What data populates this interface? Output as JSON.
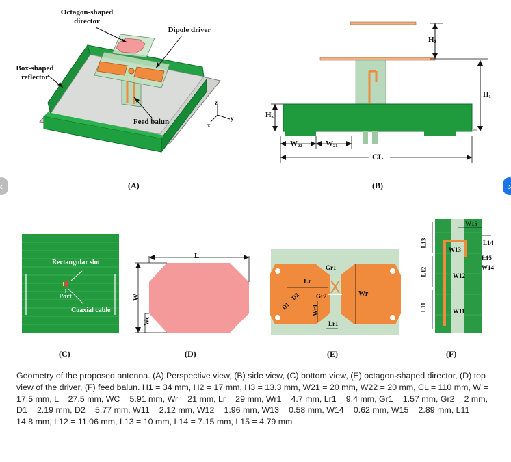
{
  "panel_a": {
    "label": "(A)",
    "director_label": "Octagon-shaped\ndirector",
    "driver_label": "Dipole driver",
    "reflector_label": "Box-shaped\nreflector",
    "balun_label": "Feed balun",
    "axis_z": "z",
    "axis_x": "x",
    "axis_y": "y"
  },
  "panel_b": {
    "label": "(B)",
    "h1": "H₁",
    "h2": "H₂",
    "h3": "H₃",
    "w22": "W₂₂",
    "w21": "W₂₁",
    "cl": "CL"
  },
  "panel_c": {
    "label": "(C)",
    "slot_label": "Rectangular slot",
    "port_label": "Port",
    "cable_label": "Coaxial cable"
  },
  "panel_d": {
    "label": "(D)",
    "l": "L",
    "w": "W",
    "wc": "Wc"
  },
  "panel_e": {
    "label": "(E)",
    "gr1": "Gr1",
    "gr2": "Gr2",
    "lr": "Lr",
    "wr": "Wr",
    "lr1": "Lr1",
    "wr1": "Wr1",
    "d1": "D1",
    "d2": "D2"
  },
  "panel_f": {
    "label": "(F)",
    "w15": "W15",
    "l14": "L14",
    "w13": "W13",
    "l15": "L15",
    "w14": "W14",
    "l13": "L13",
    "l12": "L12",
    "w12": "W12",
    "l11": "L11",
    "w11": "W11"
  },
  "caption": "Geometry of the proposed antenna. (A) Perspective view, (B) side view, (C) bottom view, (E) octagon-shaped director, (D) top view of the driver, (F) feed balun. H1 = 34 mm, H2 = 17 mm, H3 = 13.3 mm, W21 = 20 mm, W22 = 20 mm, CL = 110 mm, W = 17.5 mm, L = 27.5 mm, WC = 5.91 mm, Wr = 21 mm, Lr = 29 mm, Wr1 = 4.7 mm, Lr1 = 9.4 mm, Gr1 = 1.57 mm, Gr2 = 2 mm, D1 = 2.19 mm, D2 = 5.77 mm, W11 = 2.12 mm, W12 = 1.96 mm, W13 = 0.58 mm, W14 = 0.62 mm, W15 = 2.89 mm, L11 = 14.8 mm, L12 = 11.06 mm, L13 = 10 mm, L14 = 7.15 mm, L15 = 4.79 mm",
  "nav": {
    "prev_icon": "chevron-left-icon",
    "next_icon": "chevron-right-icon",
    "prev_glyph": "‹",
    "next_glyph": "›"
  },
  "colors": {
    "pcb_green": "#1f9a3c",
    "copper": "#f08a3c",
    "director_pink": "#f59a9a",
    "gray_plate": "#d3d6d3"
  }
}
